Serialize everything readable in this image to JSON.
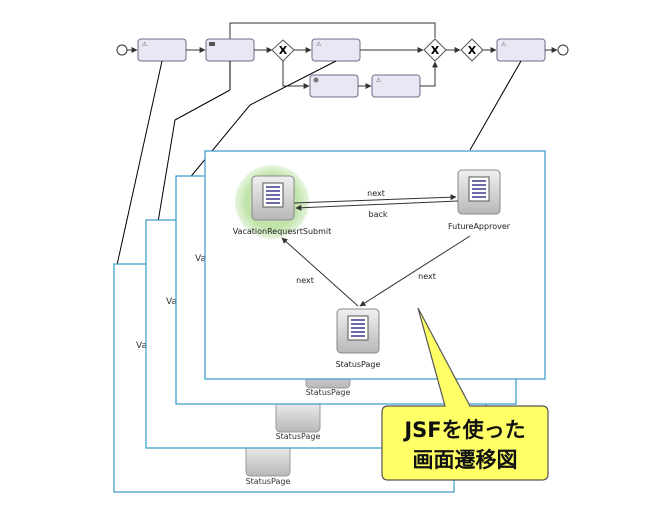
{
  "process_flow": {
    "gateway_symbol": "X",
    "colors": {
      "task_fill": "#e8e8f4",
      "task_stroke": "#6b6b8a",
      "line": "#333333",
      "gateway_stroke": "#555555"
    }
  },
  "screen_flow": {
    "pages": {
      "submit": "VacationRequesrtSubmit",
      "approver": "FutureApprover",
      "status": "StatusPage"
    },
    "transitions": {
      "submit_to_approver": "next",
      "approver_to_submit": "back",
      "submit_to_status": "next",
      "approver_to_status": "next"
    },
    "back_layers": {
      "status_label": "StatusPage",
      "partial_label": "Va"
    },
    "colors": {
      "frame_border": "#3399cc",
      "page_icon_fill": "#6a6aa8",
      "page_icon_bg": "#d9d9d9",
      "highlight": "#bfe3a8"
    }
  },
  "callout": {
    "line1": "JSFを使った",
    "line2": "画面遷移図",
    "fill": "#ffff66",
    "stroke": "#555555"
  }
}
